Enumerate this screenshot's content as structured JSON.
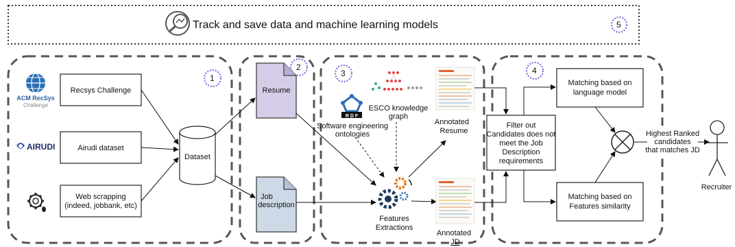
{
  "header": {
    "title": "Track and save data and machine learning models",
    "step": "5"
  },
  "steps": {
    "s1": "1",
    "s2": "2",
    "s3": "3",
    "s4": "4"
  },
  "sources": {
    "acm_logo": [
      "ACM RecSys",
      "Challenge"
    ],
    "airudi_logo": "AIRUDI",
    "recsys": "Recsys Challenge",
    "airudi": "Airudi dataset",
    "web": [
      "Web scrapping",
      "(indeed, jobbank, etc)"
    ]
  },
  "dataset": "Dataset",
  "docs": {
    "resume": "Resume",
    "job": [
      "Job",
      "description"
    ]
  },
  "features": {
    "rdf": "R D F",
    "ontologies": [
      "Software engineering",
      "ontologies"
    ],
    "esco": [
      "ESCO knowledge",
      "graph"
    ],
    "extraction": [
      "Features",
      "Extractions"
    ],
    "annotated_resume": [
      "Annotated",
      "Resume"
    ],
    "annotated_jd": [
      "Annotated",
      "JD"
    ]
  },
  "matching": {
    "filter": [
      "Filter out",
      "Candidates does not",
      "meet the Job",
      "Description",
      "requirements"
    ],
    "language": [
      "Matching based on",
      "language model"
    ],
    "features": [
      "Matching based on",
      "Features similarity"
    ],
    "output": [
      "Highest Ranked",
      "candidates",
      "that matches JD"
    ],
    "recruiter": "Recruiter"
  },
  "colors": {
    "doc_purple": "#d5cde8",
    "doc_blue": "#cdd9e6",
    "step_circle": "#7b6ee0",
    "dashed_border": "#555555"
  },
  "icons": [
    "magnifier-graph-icon",
    "acm-recsys-globe-icon",
    "airudi-logo-icon",
    "gear-bug-icon",
    "rdf-icon",
    "gears-icon",
    "knowledge-graph-icon",
    "annotated-document-icon",
    "stick-figure-icon",
    "cross-circle-icon"
  ]
}
